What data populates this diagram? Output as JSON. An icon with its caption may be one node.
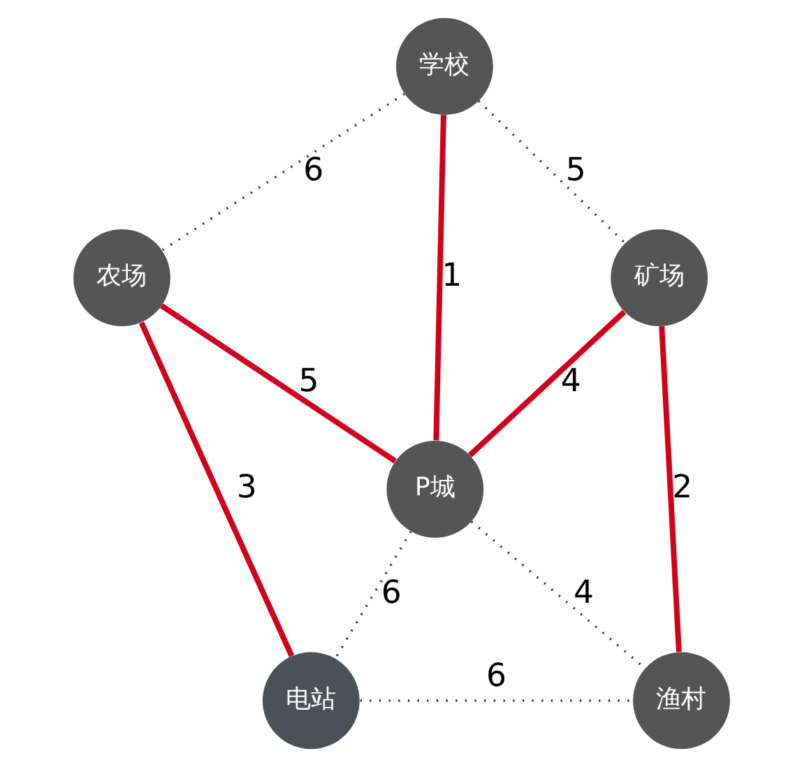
{
  "diagram": {
    "nodes": [
      {
        "text": [
          "学校"
        ]
      },
      {
        "text": [
          "农场"
        ]
      },
      {
        "text": [
          "矿场"
        ]
      },
      {
        "text": [
          "P城"
        ]
      },
      {
        "text": [
          "电站"
        ]
      },
      {
        "text": [
          "渔村"
        ]
      }
    ],
    "edges": [
      {
        "from": 0,
        "to": 1,
        "arrow": "none",
        "label": "6",
        "style": "dashed"
      },
      {
        "from": 0,
        "to": 2,
        "arrow": "none",
        "label": "5",
        "style": "dashed"
      },
      {
        "from": 0,
        "to": 3,
        "arrow": "none",
        "label": "1",
        "style": "thick",
        "color": "#d0021b"
      },
      {
        "from": 1,
        "to": 3,
        "arrow": "none",
        "label": "5",
        "style": "thick",
        "color": "#d0021b"
      },
      {
        "from": 3,
        "to": 2,
        "arrow": "none",
        "label": "4",
        "style": "thick",
        "color": "#d0021b"
      },
      {
        "from": 1,
        "to": 4,
        "arrow": "none",
        "label": "3",
        "style": "thick",
        "color": "#d0021b"
      },
      {
        "from": 2,
        "to": 5,
        "arrow": "none",
        "label": "2",
        "style": "thick",
        "color": "#d0021b"
      },
      {
        "from": 3,
        "to": 4,
        "arrow": "none",
        "label": "6",
        "style": "dashed"
      },
      {
        "from": 3,
        "to": 5,
        "arrow": "none",
        "label": "4",
        "style": "dashed"
      },
      {
        "from": 4,
        "to": 5,
        "arrow": "none",
        "label": "6",
        "style": "dashed"
      }
    ]
  }
}
